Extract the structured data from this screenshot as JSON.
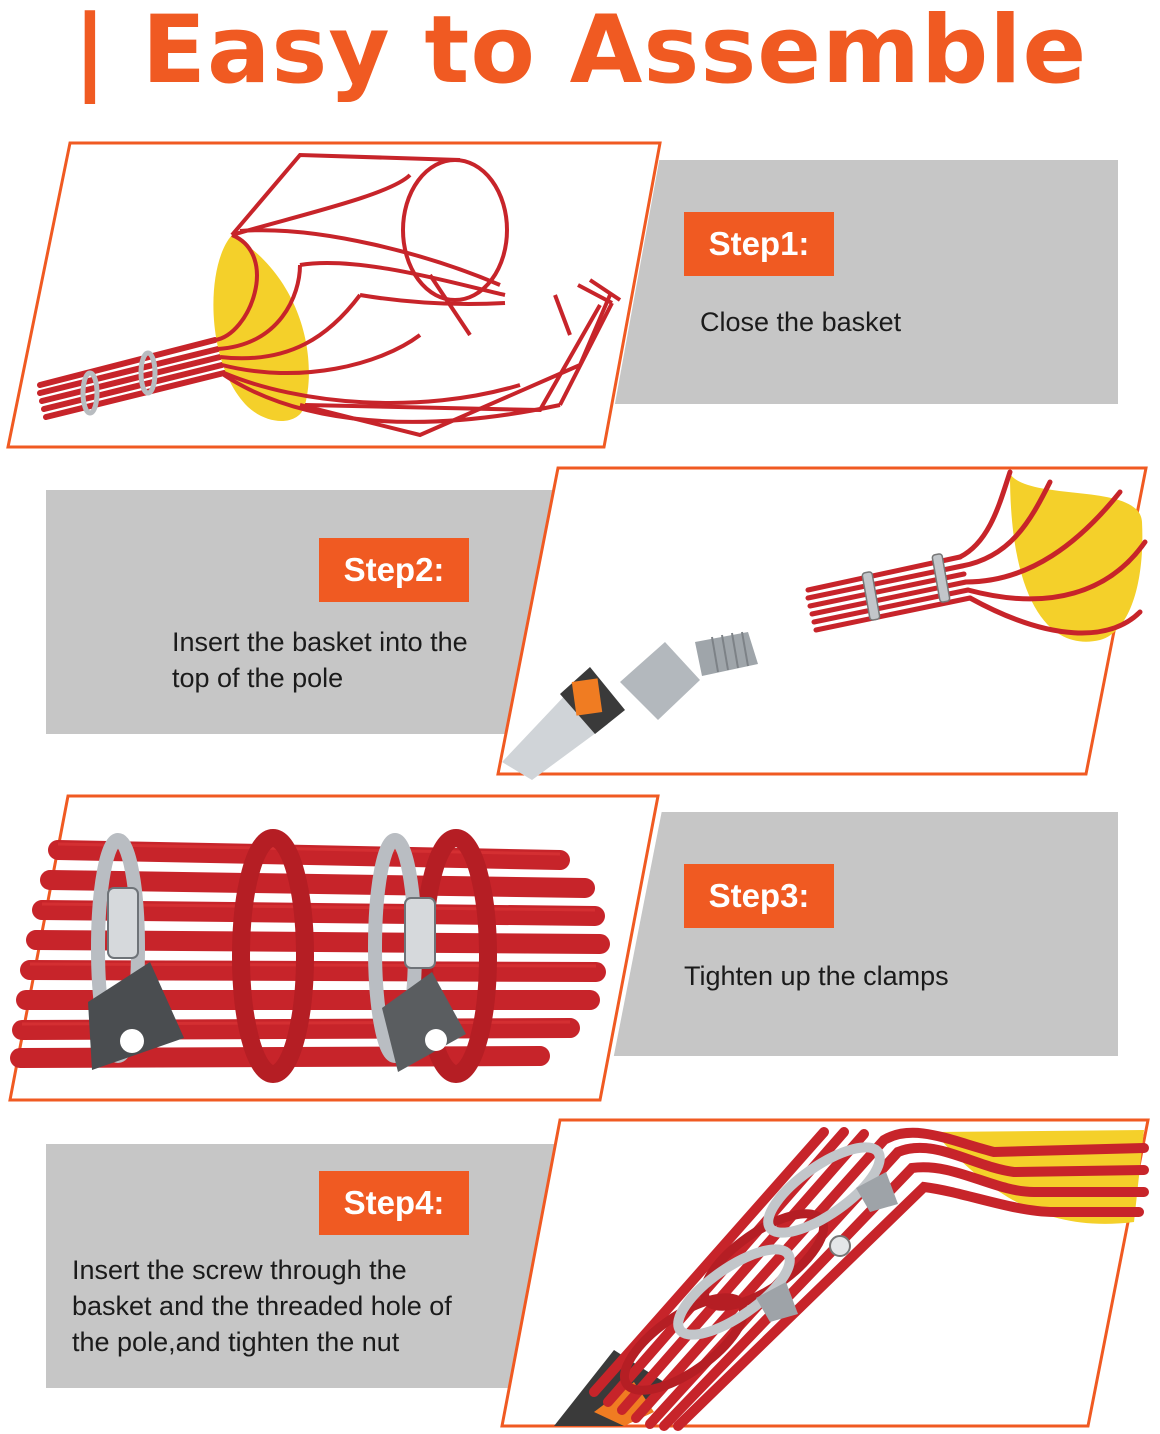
{
  "title": "| Easy to Assemble",
  "colors": {
    "accent": "#f05a22",
    "panel_grey": "#c6c6c6",
    "basket_red": "#c7242a",
    "sponge_yellow": "#f4d02a"
  },
  "steps": [
    {
      "label": "Step1:",
      "text": "Close the basket",
      "image": "fruit-picker-basket-illustration"
    },
    {
      "label": "Step2:",
      "text": "Insert the basket into the top of the pole",
      "image": "basket-and-pole-illustration"
    },
    {
      "label": "Step3:",
      "text": "Tighten up the clamps",
      "image": "clamps-closeup-illustration"
    },
    {
      "label": "Step4:",
      "text": "Insert the screw through the basket and the threaded hole of the pole,and tighten the nut",
      "image": "assembled-basket-illustration"
    }
  ]
}
